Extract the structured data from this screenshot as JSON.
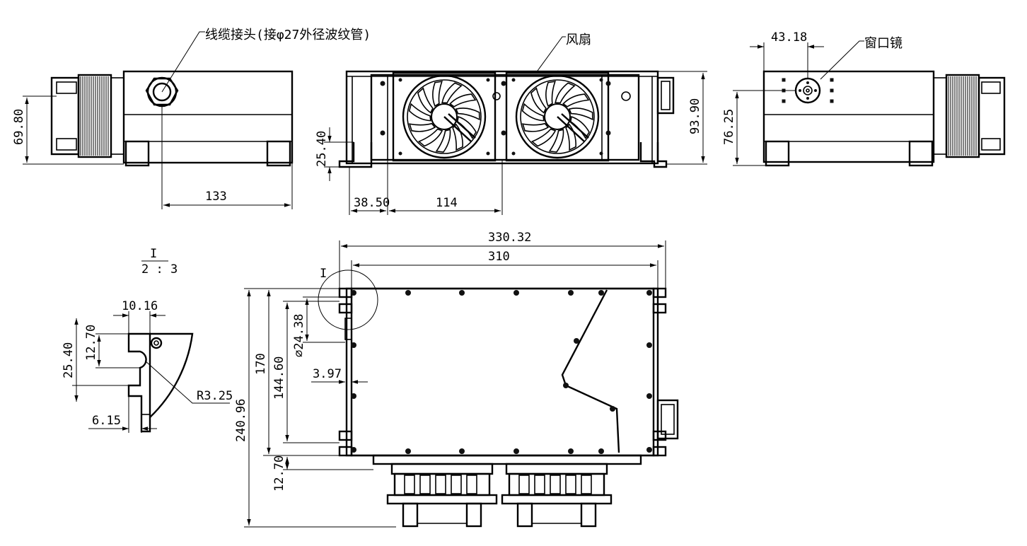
{
  "labels": {
    "cable_connector": "线缆接头(接φ27外径波纹管)",
    "fan": "风扇",
    "window_mirror": "窗口镜",
    "detail_ref": "I",
    "detail_scale_num": "I",
    "detail_scale_den": "2 : 3",
    "detail_marker": "I"
  },
  "dimensions": {
    "left_height": "69.80",
    "left_width": "133",
    "front_foot_height": "25.40",
    "front_offset": "38.50",
    "front_fan_spacing": "114",
    "front_height": "93.90",
    "right_top_width": "43.18",
    "right_height": "76.25",
    "top_overall_width": "330.32",
    "top_inner_width": "310",
    "top_overall_depth": "240.96",
    "top_depth": "170",
    "top_inner_depth": "144.60",
    "top_bottom_offset": "12.70",
    "top_window_dia": "∅24.38",
    "top_small_offset": "3.97",
    "detail_width": "10.16",
    "detail_slot_height": "12.70",
    "detail_height": "25.40",
    "detail_radius": "R3.25",
    "detail_bottom": "6.15"
  },
  "colors": {
    "line": "#000000",
    "background": "#ffffff"
  }
}
